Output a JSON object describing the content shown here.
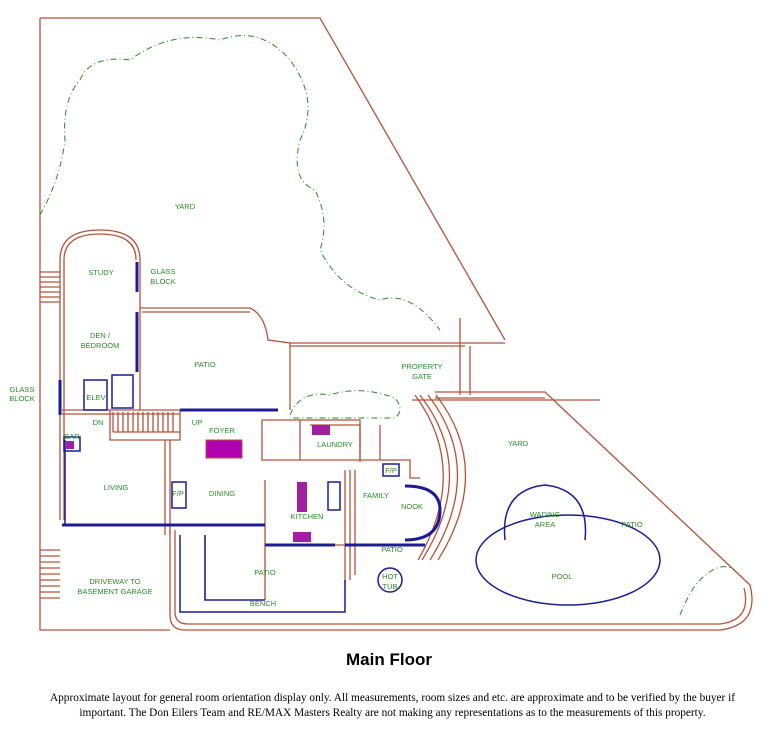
{
  "title": "Main Floor",
  "disclaimer": [
    "Approximate layout for general room orientation display only. All measurements, room sizes and etc. are approximate and to be verified by the buyer if",
    "important. The Don Eilers Team and RE/MAX Masters Realty are not making any representations as to the measurements of this property."
  ],
  "labels": {
    "yard_north": "YARD",
    "study": "STUDY",
    "glass_block_1a": "GLASS",
    "glass_block_1b": "BLOCK",
    "den_a": "DEN /",
    "den_b": "BEDROOM",
    "patio_north": "PATIO",
    "gate_a": "PROPERTY",
    "gate_b": "GATE",
    "glass_block_2a": "GLASS",
    "glass_block_2b": "BLOCK",
    "elev": "ELEV",
    "dn": "DN",
    "up": "UP",
    "foyer": "FOYER",
    "bar": "BAR",
    "laundry": "LAUNDRY",
    "yard_east": "YARD",
    "living": "LIVING",
    "fp1": "F/P",
    "dining": "DINING",
    "fp2": "F/P",
    "family": "FAMILY",
    "nook": "NOOK",
    "kitchen": "KITCHEN",
    "wading_a": "WADING",
    "wading_b": "AREA",
    "patio_east": "PATIO",
    "patio_south": "PATIO",
    "patio_sw": "PATIO",
    "hottub_a": "HOT",
    "hottub_b": "TUB",
    "pool": "POOL",
    "driveway_a": "DRIVEWAY TO",
    "driveway_b": "BASEMENT GARAGE",
    "bench": "BENCH"
  }
}
